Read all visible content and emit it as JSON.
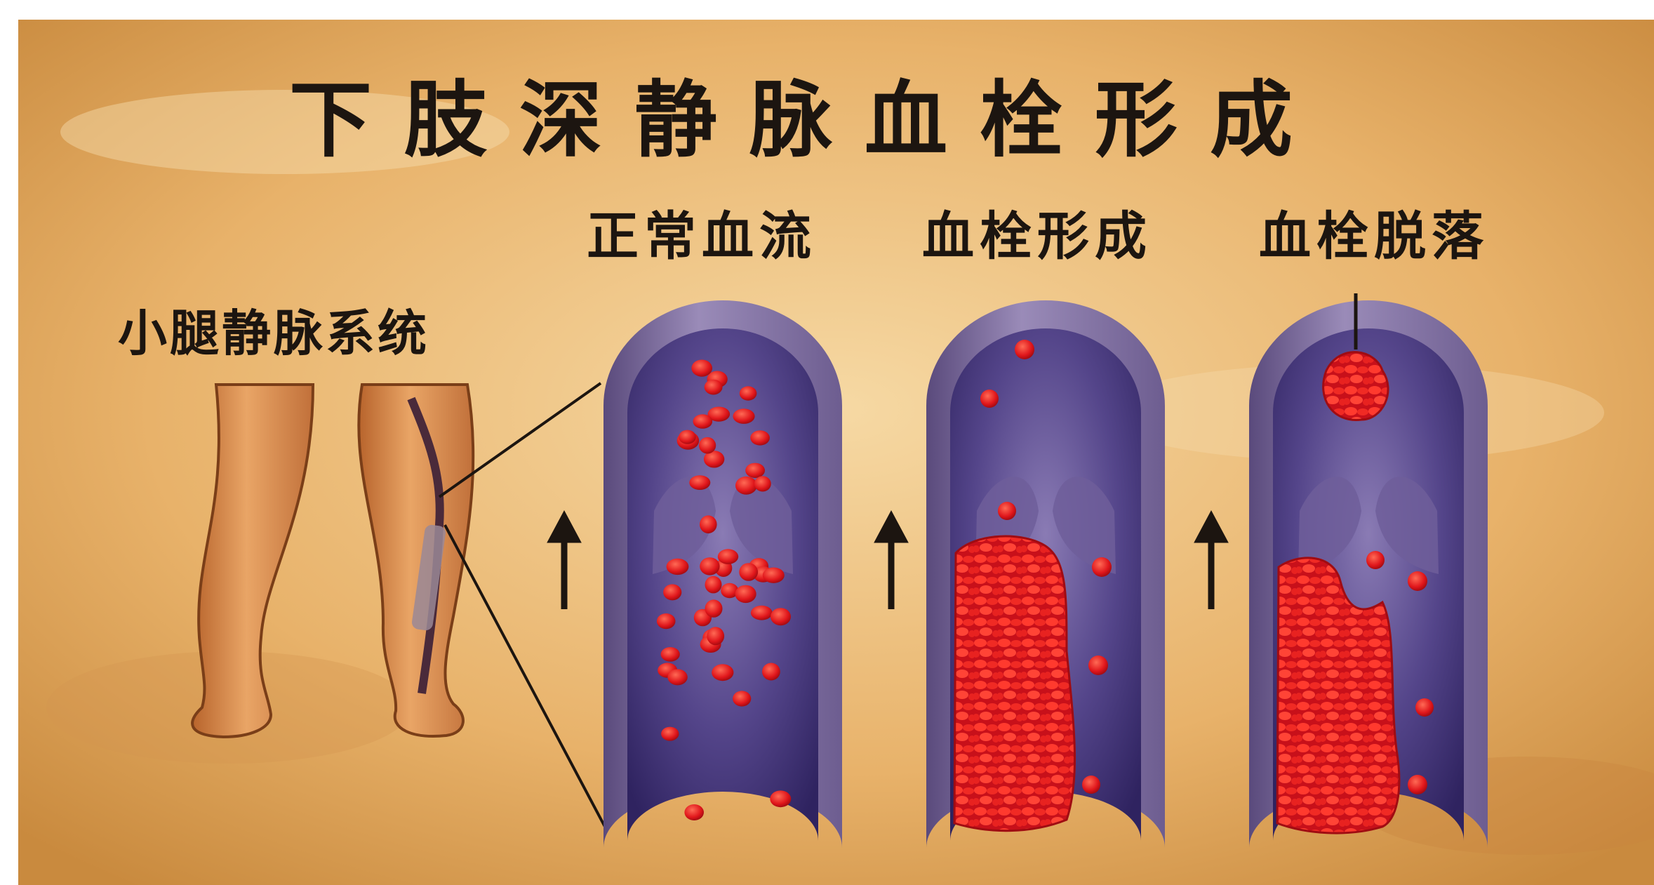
{
  "title": "下肢深静脉血栓形成",
  "leg_label": "小腿静脉系统",
  "panels": [
    {
      "label": "正常血流"
    },
    {
      "label": "血栓形成"
    },
    {
      "label": "血栓脱落"
    }
  ],
  "colors": {
    "parchment": "#e8b26a",
    "parchment_light": "#f6d9a4",
    "vein_wall": "#7d6b98",
    "vein_inner": "#3a2c6b",
    "blood": "#e01a1a",
    "skin": "#d88a4a",
    "text": "#1c1510"
  },
  "icons": [
    "arrow-up-icon"
  ]
}
